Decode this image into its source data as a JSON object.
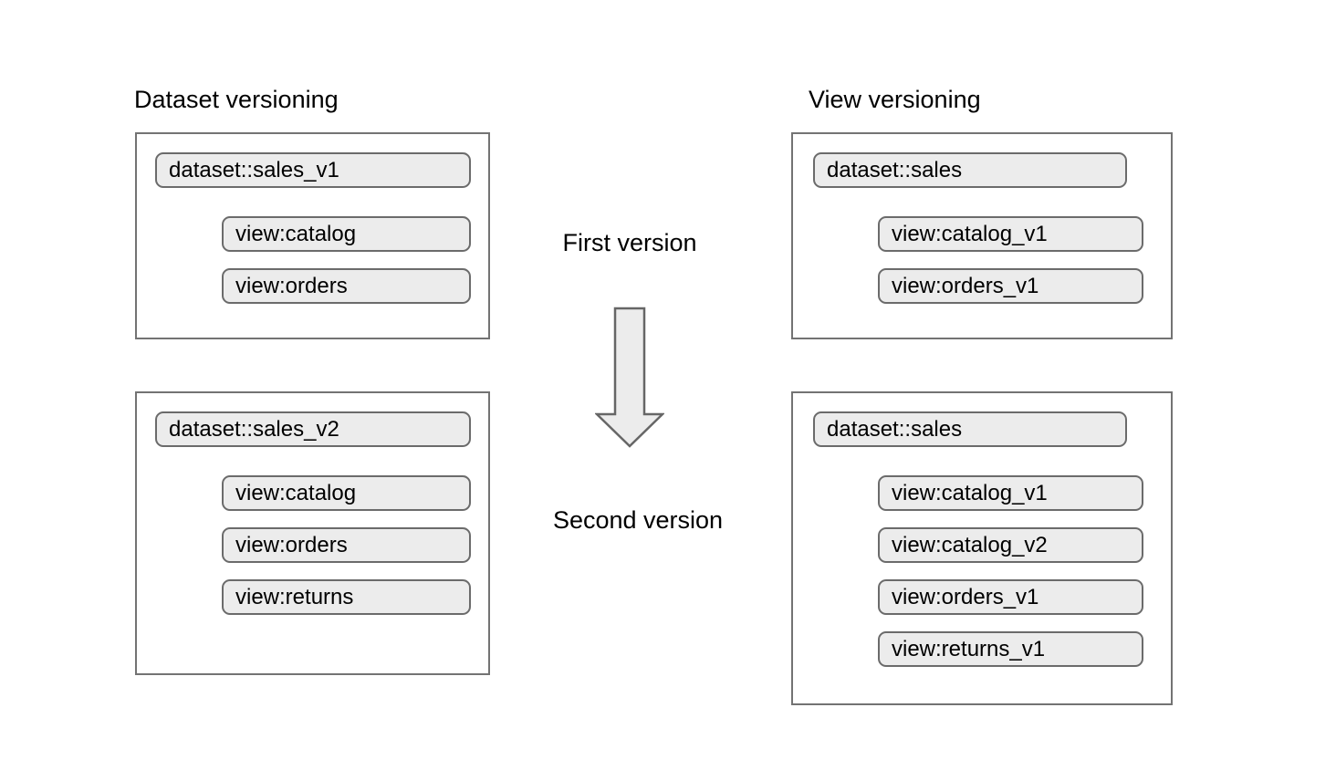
{
  "diagram": {
    "columns": [
      {
        "id": "dataset-versioning",
        "title": "Dataset versioning",
        "panels": [
          {
            "id": "dataset-v1",
            "stage": "First version",
            "dataset": "dataset::sales_v1",
            "views": [
              "view:catalog",
              "view:orders"
            ]
          },
          {
            "id": "dataset-v2",
            "stage": "Second version",
            "dataset": "dataset::sales_v2",
            "views": [
              "view:catalog",
              "view:orders",
              "view:returns"
            ]
          }
        ]
      },
      {
        "id": "view-versioning",
        "title": "View versioning",
        "panels": [
          {
            "id": "view-v1",
            "stage": "First version",
            "dataset": "dataset::sales",
            "views": [
              "view:catalog_v1",
              "view:orders_v1"
            ]
          },
          {
            "id": "view-v2",
            "stage": "Second version",
            "dataset": "dataset::sales",
            "views": [
              "view:catalog_v1",
              "view:catalog_v2",
              "view:orders_v1",
              "view:returns_v1"
            ]
          }
        ]
      }
    ],
    "center": {
      "first_label": "First version",
      "second_label": "Second version",
      "arrow_icon": "arrow-down-icon"
    },
    "colors": {
      "node_fill": "#ececec",
      "node_border": "#6b6b6b",
      "panel_border": "#737373",
      "arrow_fill": "#ececec",
      "arrow_border": "#666666",
      "text": "#000000",
      "background": "#ffffff"
    }
  }
}
